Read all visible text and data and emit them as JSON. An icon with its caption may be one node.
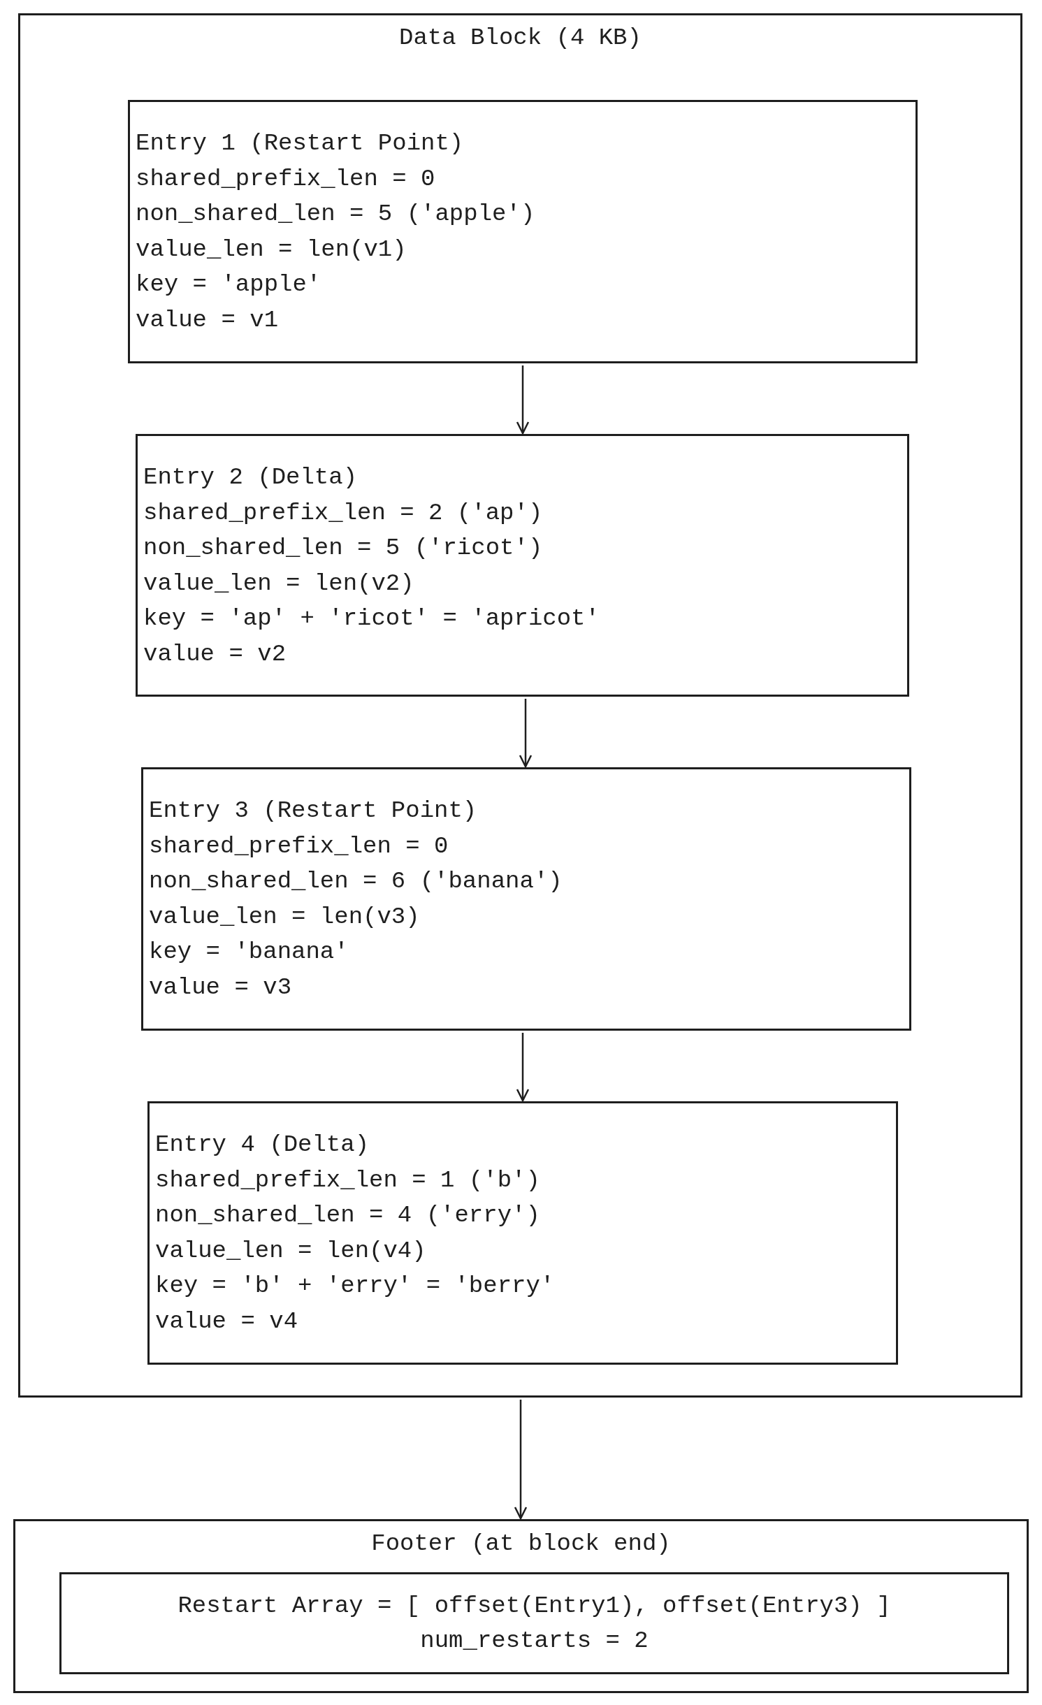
{
  "diagram": {
    "nodes": [
      {
        "text": [
          "Data Block (4 KB)"
        ]
      },
      {
        "text": [
          "Entry 1 (Restart Point)",
          "shared_prefix_len = 0",
          "non_shared_len = 5 ('apple')",
          "value_len = len(v1)",
          "key = 'apple'",
          "value = v1"
        ],
        "in": 0
      },
      {
        "text": [
          "Entry 2 (Delta)",
          "shared_prefix_len = 2 ('ap')",
          "non_shared_len = 5 ('ricot')",
          "value_len = len(v2)",
          "key = 'ap' + 'ricot' = 'apricot'",
          "value = v2"
        ],
        "in": 0
      },
      {
        "text": [
          "Entry 3 (Restart Point)",
          "shared_prefix_len = 0",
          "non_shared_len = 6 ('banana')",
          "value_len = len(v3)",
          "key = 'banana'",
          "value = v3"
        ],
        "in": 0
      },
      {
        "text": [
          "Entry 4 (Delta)",
          "shared_prefix_len = 1 ('b')",
          "non_shared_len = 4 ('erry')",
          "value_len = len(v4)",
          "key = 'b' + 'erry' = 'berry'",
          "value = v4"
        ],
        "in": 0
      },
      {
        "text": [
          "Footer (at block end)"
        ]
      },
      {
        "text": [
          "Restart Array = [ offset(Entry1), offset(Entry3) ]",
          "num_restarts = 2"
        ],
        "in": 5
      }
    ],
    "edges": [
      {
        "from": 1,
        "to": 2,
        "arrow": "to"
      },
      {
        "from": 2,
        "to": 3,
        "arrow": "to"
      },
      {
        "from": 3,
        "to": 4,
        "arrow": "to"
      },
      {
        "from": 0,
        "to": 5,
        "arrow": "to"
      }
    ]
  }
}
